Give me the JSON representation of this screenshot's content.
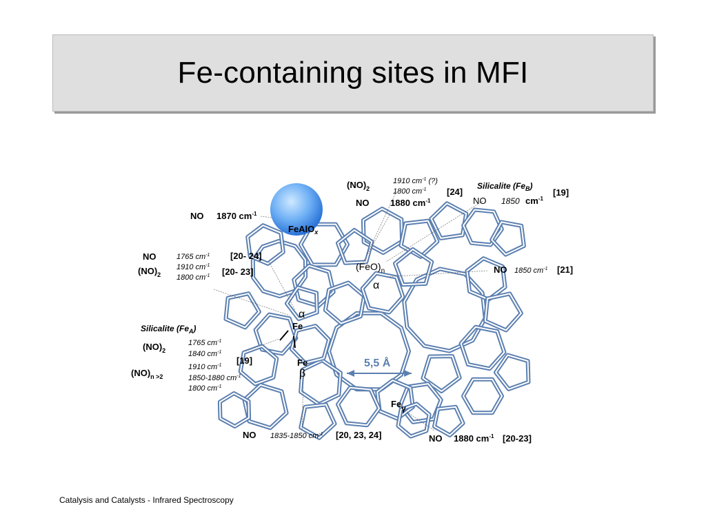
{
  "title": "Fe-containing sites in MFI",
  "footer": "Catalysis and Catalysts - Infrared Spectroscopy",
  "colors": {
    "framework": "#5b7fb0",
    "sphere_center": "#bfe2ff",
    "sphere_edge": "#2f7ce0",
    "title_bg": "#dfdfdf"
  },
  "sphere_label": {
    "main": "FeAlO",
    "sub": "x"
  },
  "pore_size": "5,5 Å",
  "site_labels": {
    "alpha": "α",
    "beta": "β",
    "gamma": "γ",
    "fe": "Fe",
    "feo_main": "(FeO)",
    "feo_sub": "n"
  },
  "labels": {
    "no_top": "NO",
    "no_top_val": "1880 cm",
    "no2_top_main": "(NO)",
    "no2_top_sub": "2",
    "no2_top_f1": "1910 cm",
    "no2_top_f1_tail": " (?)",
    "no2_top_f2": "1800 cm",
    "ref_24": "[24]",
    "silicalite_b_main": "Silicalite (Fe",
    "silicalite_b_sub": "B",
    "silicalite_b_close": ")",
    "ref_19_top": "[19]",
    "no_b": "NO",
    "no_b_val": "1850",
    "no_b_unit": "cm",
    "no_feal": "NO",
    "no_feal_val": "1870 cm",
    "no_a": "NO",
    "no_a_f": "1765 cm",
    "ref_20_24": "[20- 24]",
    "no2_a_main": "(NO)",
    "no2_a_sub": "2",
    "no2_a_f1": "1910 cm",
    "no2_a_f2": "1800 cm",
    "ref_20_23": "[20- 23]",
    "no_right": "NO",
    "no_right_f": "1850 cm",
    "ref_21": "[21]",
    "silicalite_a_main": "Silicalite (Fe",
    "silicalite_a_sub": "A",
    "silicalite_a_close": ")",
    "no2_sa_main": "(NO)",
    "no2_sa_sub": "2",
    "no2_sa_f1": "1765 cm",
    "no2_sa_f2": "1840 cm",
    "ref_19_bottom": "[19]",
    "non_main": "(NO)",
    "non_sub": "n >2",
    "non_f1": "1910 cm",
    "non_f2": "1850-1880 cm",
    "non_f3": "1800 cm",
    "no_beta": "NO",
    "no_beta_f": "1835-1850 cm",
    "ref_20_23_24": "[20, 23, 24]",
    "no_gamma": "NO",
    "no_gamma_val": "1880 cm",
    "ref_20_23_b": "[20-23]",
    "sup": "-1",
    "sup_small": "-1"
  }
}
